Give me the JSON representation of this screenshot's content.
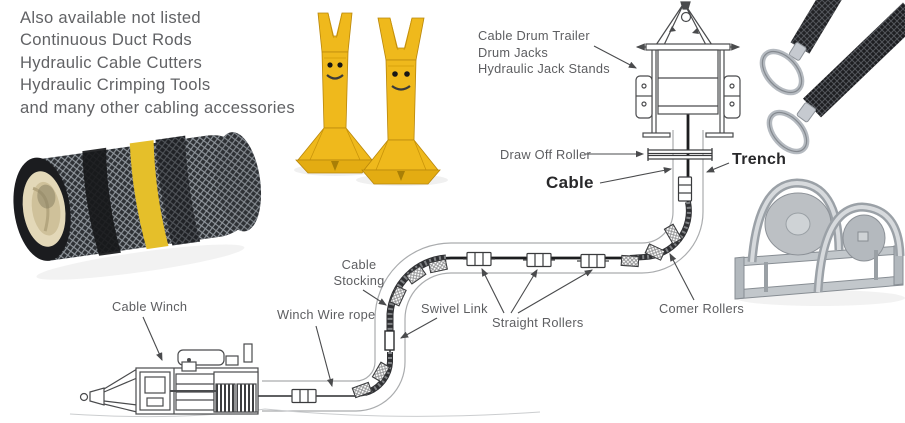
{
  "page": {
    "title": "Cable laying equipment diagram"
  },
  "intro": {
    "lines": [
      "Also available not listed",
      "Continuous Duct Rods",
      "Hydraulic Cable Cutters",
      "Hydraulic Crimping Tools",
      "and many other cabling accessories"
    ]
  },
  "labels": {
    "drum_trailer": {
      "lines": [
        "Cable Drum Trailer",
        "Drum Jacks",
        "Hydraulic Jack Stands"
      ]
    },
    "draw_off_roller": "Draw Off Roller",
    "cable": "Cable",
    "trench": "Trench",
    "cable_stocking": {
      "lines": [
        "Cable",
        "Stocking"
      ]
    },
    "winch_wire_rope": "Winch Wire rope",
    "swivel_link": "Swivel Link",
    "straight_rollers": "Straight Rollers",
    "corner_rollers": "Comer Rollers",
    "cable_winch": "Cable Winch"
  },
  "icons": {
    "cable_stocking_roll": "photo of mesh cable stocking roll with yellow band",
    "jack_stands": "two yellow hydraulic jack stands",
    "pulling_grips": "two black mesh pulling grips with wire eye loops",
    "corner_roller_unit": "galvanised twin-arch cable roller",
    "drum_trailer_drawing": "line drawing of cable drum trailer",
    "cable_winch_drawing": "line drawing of towed cable winch"
  },
  "colors": {
    "label_grey": "#5d5e61",
    "bold_label": "#28282a",
    "line_art": "#4a4b4d",
    "trench_outline": "#aaacae",
    "cable_black": "#1c1d1f",
    "stand_yellow": "#efb91c",
    "stand_shade": "#cf9a09",
    "mesh_dark": "#2e3135",
    "band_yellow": "#e5bf2a",
    "core_cream": "#e3d8b8",
    "metal_grey": "#b9bec3"
  }
}
